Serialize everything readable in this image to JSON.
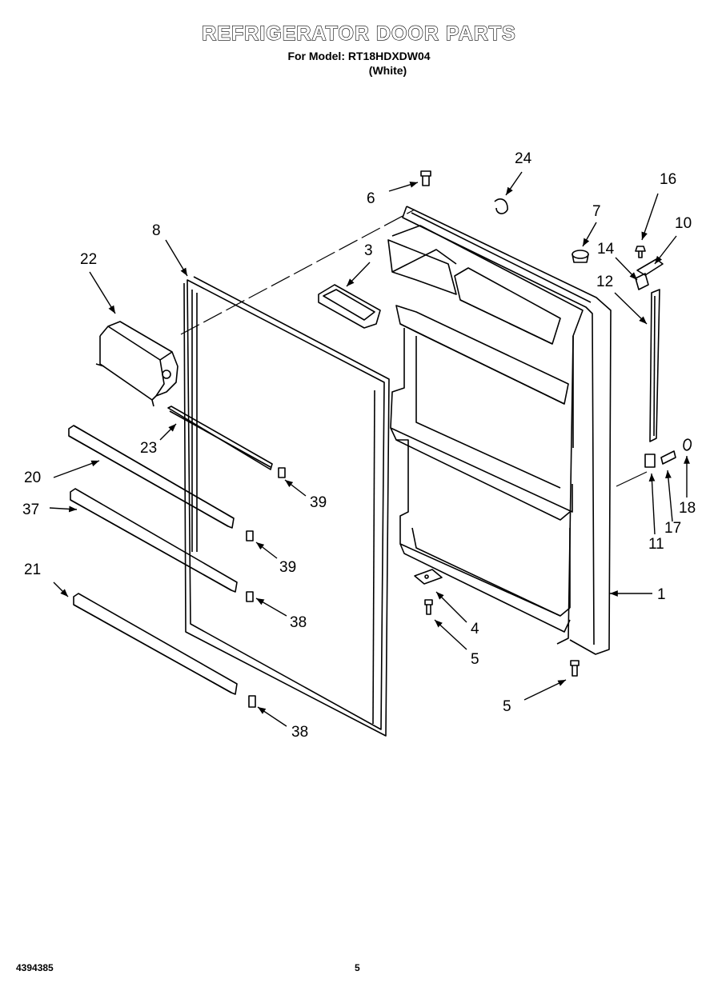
{
  "header": {
    "title": "REFRIGERATOR DOOR PARTS",
    "model_line": "For Model: RT18HDXDW04",
    "color_line": "(White)"
  },
  "footer": {
    "doc_number": "4394385",
    "page_number": "5"
  },
  "callouts": [
    {
      "id": "c1",
      "label": "1"
    },
    {
      "id": "c3",
      "label": "3"
    },
    {
      "id": "c4",
      "label": "4"
    },
    {
      "id": "c5a",
      "label": "5"
    },
    {
      "id": "c5b",
      "label": "5"
    },
    {
      "id": "c6",
      "label": "6"
    },
    {
      "id": "c7",
      "label": "7"
    },
    {
      "id": "c8",
      "label": "8"
    },
    {
      "id": "c10",
      "label": "10"
    },
    {
      "id": "c11",
      "label": "11"
    },
    {
      "id": "c12",
      "label": "12"
    },
    {
      "id": "c14",
      "label": "14"
    },
    {
      "id": "c16",
      "label": "16"
    },
    {
      "id": "c17",
      "label": "17"
    },
    {
      "id": "c18",
      "label": "18"
    },
    {
      "id": "c20",
      "label": "20"
    },
    {
      "id": "c21",
      "label": "21"
    },
    {
      "id": "c22",
      "label": "22"
    },
    {
      "id": "c23",
      "label": "23"
    },
    {
      "id": "c24",
      "label": "24"
    },
    {
      "id": "c37",
      "label": "37"
    },
    {
      "id": "c38a",
      "label": "38"
    },
    {
      "id": "c38b",
      "label": "38"
    },
    {
      "id": "c39a",
      "label": "39"
    },
    {
      "id": "c39b",
      "label": "39"
    }
  ]
}
